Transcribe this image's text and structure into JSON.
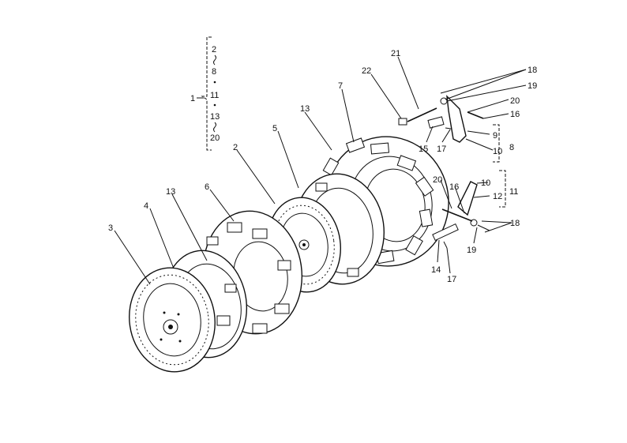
{
  "diagram": {
    "group_main": {
      "number": "1",
      "items": [
        "2",
        "8",
        "11",
        "13",
        "20"
      ]
    },
    "callouts": {
      "c3": "3",
      "c4": "4",
      "c13a": "13",
      "c6": "6",
      "c2": "2",
      "c5": "5",
      "c13b": "13",
      "c7": "7",
      "c22": "22",
      "c21": "21",
      "c18a": "18",
      "c19a": "19",
      "c20a": "20",
      "c16a": "16",
      "c9": "9",
      "c10a": "10",
      "c8": "8",
      "c15": "15",
      "c17a": "17",
      "c20b": "20",
      "c16b": "16",
      "c10b": "10",
      "c12": "12",
      "c11": "11",
      "c18b": "18",
      "c19b": "19",
      "c14": "14",
      "c17b": "17"
    }
  }
}
